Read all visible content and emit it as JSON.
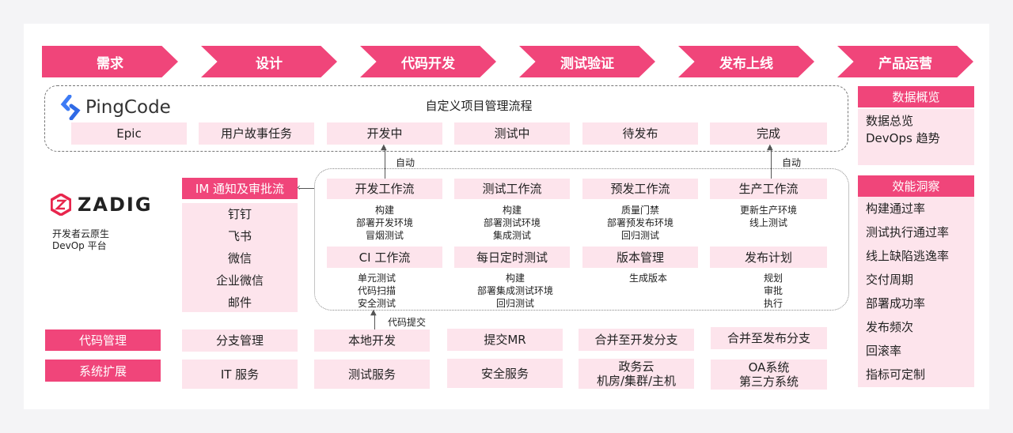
{
  "stages": [
    "需求",
    "设计",
    "代码开发",
    "测试验证",
    "发布上线",
    "产品运营"
  ],
  "pingcode": {
    "logo": "PingCode",
    "title": "自定义项目管理流程",
    "steps": [
      "Epic",
      "用户故事任务",
      "开发中",
      "测试中",
      "待发布",
      "完成"
    ]
  },
  "zadig": {
    "logo": "ZADIG",
    "subtitle1": "开发者云原生",
    "subtitle2": "DevOp 平台"
  },
  "im": {
    "title": "IM 通知及审批流",
    "items": [
      "钉钉",
      "飞书",
      "微信",
      "企业微信",
      "邮件"
    ]
  },
  "auto_label": "自动",
  "commit_label": "代码提交",
  "workflows": [
    {
      "title": "开发工作流",
      "items": [
        "构建",
        "部署开发环境",
        "冒烟测试"
      ]
    },
    {
      "title": "测试工作流",
      "items": [
        "构建",
        "部署测试环境",
        "集成测试"
      ]
    },
    {
      "title": "预发工作流",
      "items": [
        "质量门禁",
        "部署预发布环境",
        "回归测试"
      ]
    },
    {
      "title": "生产工作流",
      "items": [
        "更新生产环境",
        "线上测试"
      ]
    },
    {
      "title": "CI 工作流",
      "items": [
        "单元测试",
        "代码扫描",
        "安全测试"
      ]
    },
    {
      "title": "每日定时测试",
      "items": [
        "构建",
        "部署集成测试环境",
        "回归测试"
      ]
    },
    {
      "title": "版本管理",
      "items": [
        "生成版本"
      ]
    },
    {
      "title": "发布计划",
      "items": [
        "规划",
        "审批",
        "执行"
      ]
    }
  ],
  "code_mgmt": {
    "label": "代码管理",
    "items": [
      "分支管理",
      "本地开发",
      "提交MR",
      "合并至开发分支",
      "合并至发布分支"
    ]
  },
  "sys_ext": {
    "label": "系统扩展",
    "items": [
      "IT 服务",
      "测试服务",
      "安全服务",
      "政务云\n机房/集群/主机",
      "OA系统\n第三方系统"
    ]
  },
  "data_overview": {
    "title": "数据概览",
    "items": [
      "数据总览",
      "DevOps 趋势"
    ]
  },
  "insights": {
    "title": "效能洞察",
    "items": [
      "构建通过率",
      "测试执行通过率",
      "线上缺陷逃逸率",
      "交付周期",
      "部署成功率",
      "发布频次",
      "回滚率",
      "指标可定制"
    ]
  },
  "colors": {
    "accent": "#f0457a",
    "light": "#fde4ec"
  }
}
